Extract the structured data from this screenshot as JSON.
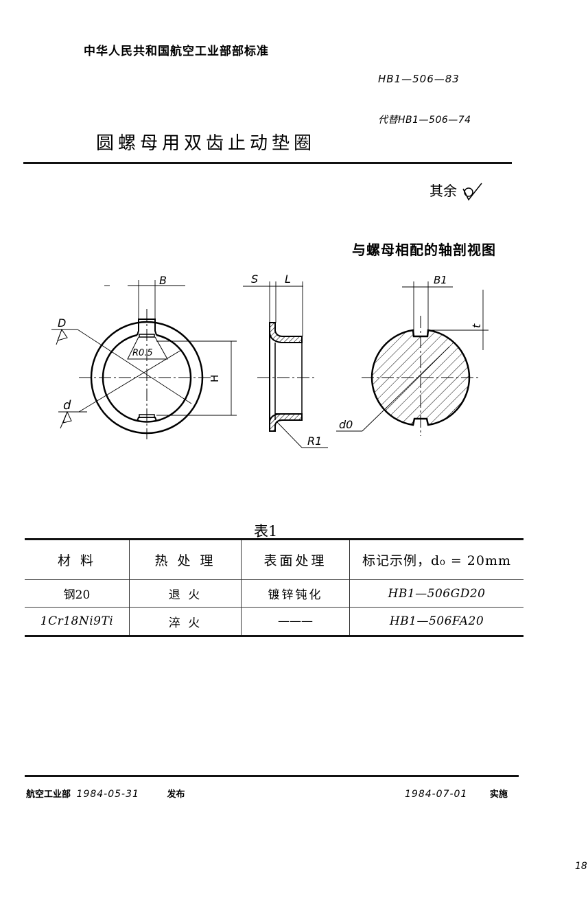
{
  "header": {
    "organization": "中华人民共和国航空工业部部标准",
    "standard_number": "HB1—506—83",
    "replaces": "代替HB1—506—74",
    "title": "圆螺母用双齿止动垫圈"
  },
  "roughness_note": {
    "text": "其余",
    "symbol": "roughness-circle-check"
  },
  "drawing": {
    "shaft_view_caption": "与螺母相配的轴剖视图",
    "labels": {
      "B": "B",
      "D": "D",
      "d": "d",
      "R05": "R0.5",
      "H": "H",
      "S": "S",
      "L": "L",
      "R1": "R1",
      "B1": "B1",
      "t": "t",
      "d0": "d0"
    }
  },
  "table": {
    "caption": "表1",
    "headers": [
      "材  料",
      "热 处 理",
      "表面处理",
      "标记示例，d₀ = 20mm"
    ],
    "rows": [
      [
        "钢20",
        "退    火",
        "镀锌钝化",
        "HB1—506GD20"
      ],
      [
        "1Cr18Ni9Ti",
        "淬    火",
        "———",
        "HB1—506FA20"
      ]
    ]
  },
  "footer": {
    "issuer": "航空工业部",
    "issue_date": "1984-05-31",
    "issue_label": "发布",
    "effective_date": "1984-07-01",
    "effective_label": "实施"
  },
  "page_number": "18"
}
